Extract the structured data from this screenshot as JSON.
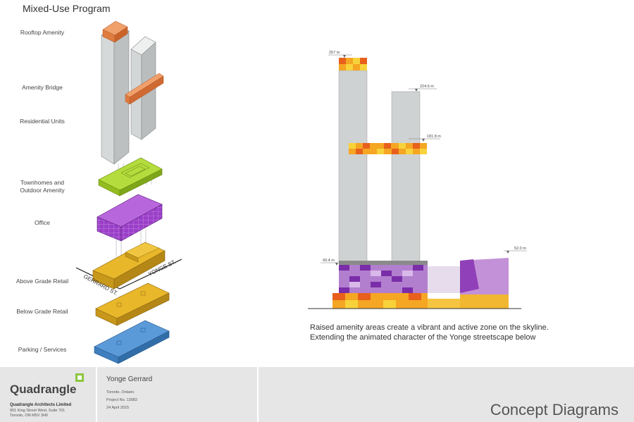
{
  "page_title": "Mixed-Use Program",
  "layers": [
    {
      "label": "Rooftop Amenity"
    },
    {
      "label": "Amenity Bridge"
    },
    {
      "label": "Residential Units"
    },
    {
      "label": "Townhomes and\nOutdoor Amenity"
    },
    {
      "label": "Office"
    },
    {
      "label": "Above Grade Retail"
    },
    {
      "label": "Below Grade Retail"
    },
    {
      "label": "Parking / Services"
    }
  ],
  "streets": {
    "street_a": "GERRARD ST.",
    "street_b": "YONGE ST."
  },
  "elevation_markers": [
    "257 m",
    "224.6 m",
    "181.8 m",
    "43.4 m",
    "52.0 m"
  ],
  "caption": {
    "line1": "Raised amenity areas create a vibrant and active zone on the skyline.",
    "line2": "Extending the animated character of the Yonge streetscape below"
  },
  "footer": {
    "logo": "Quadrangle",
    "firm": "Quadrangle Architects Limited",
    "address": [
      "901 King Street West, Suite 701",
      "Toronto, ON  M5V 3H5"
    ],
    "project_name": "Yonge Gerrard",
    "project_city": "Toronto, Ontario",
    "project_no": "Project No. 13082",
    "project_date": "24 April 2015",
    "sheet_title": "Concept Diagrams"
  },
  "colors": {
    "residential": "#d6d9d9",
    "amenity": "#e07b3f",
    "townhomes": "#a8d12f",
    "office": "#9b3fc8",
    "retail": "#e3b21a",
    "parking": "#4f8fd0",
    "logo_accent": "#8cc63f"
  }
}
